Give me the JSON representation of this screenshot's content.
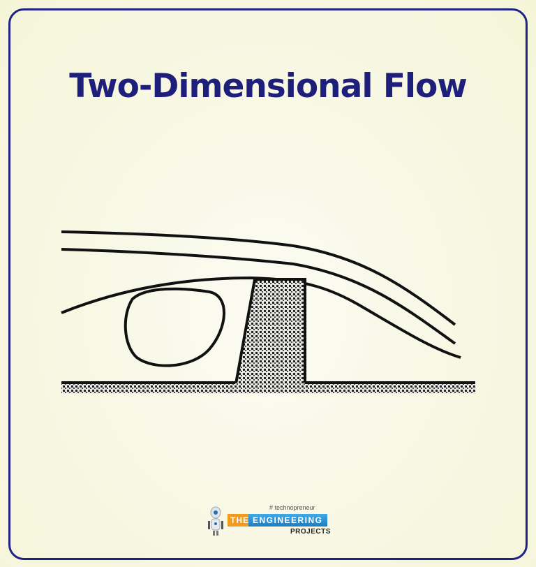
{
  "title": "Two-Dimensional Flow",
  "diagram": {
    "description": "Flow streamlines over a trapezoidal obstacle on a hatched floor with a recirculation vortex upstream",
    "elements": [
      "streamline-top",
      "streamline-middle",
      "streamline-separating",
      "recirculation-vortex",
      "obstacle-block",
      "ground-floor"
    ]
  },
  "logo": {
    "tagline": "# technopreneur",
    "the": "THE",
    "engineering": "ENGINEERING",
    "projects": "PROJECTS"
  },
  "colors": {
    "border": "#1f2185",
    "title": "#1d1f7a",
    "background": "#f7f7e3",
    "line": "#111111"
  }
}
